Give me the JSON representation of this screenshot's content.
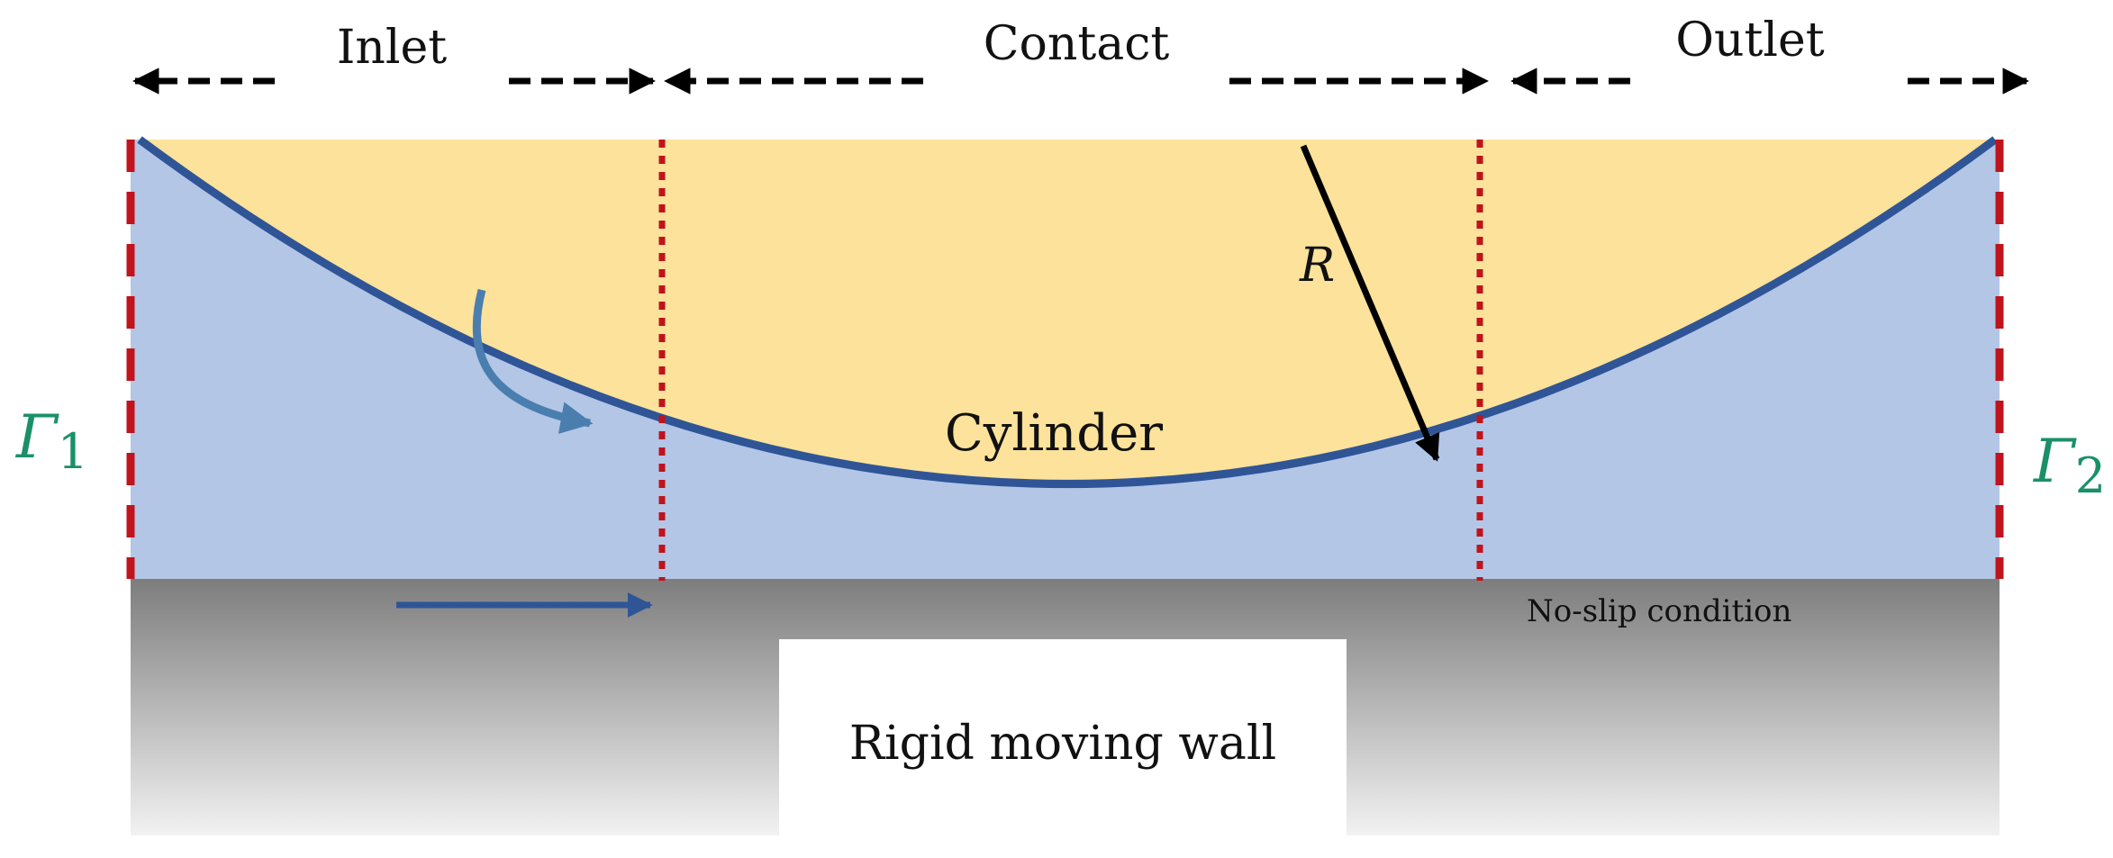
{
  "zones": {
    "inlet": "Inlet",
    "contact": "Contact",
    "outlet": "Outlet"
  },
  "cylinder_label": "Cylinder",
  "radius_label": "R",
  "boundaries": {
    "left": {
      "symbol": "Γ",
      "subscript": "1"
    },
    "right": {
      "symbol": "Γ",
      "subscript": "2"
    }
  },
  "wall": {
    "label": "Rigid moving wall",
    "condition": "No-slip condition"
  },
  "colors": {
    "fluid": "#b3c6e6",
    "cylinder": "#fce29a",
    "cylinder_edge": "#2f5597",
    "boundary_dash": "#c0131b",
    "gamma_text": "#1a9068",
    "flow_arrow_curved": "#4a7eae",
    "flow_arrow_wall": "#2f5597"
  }
}
